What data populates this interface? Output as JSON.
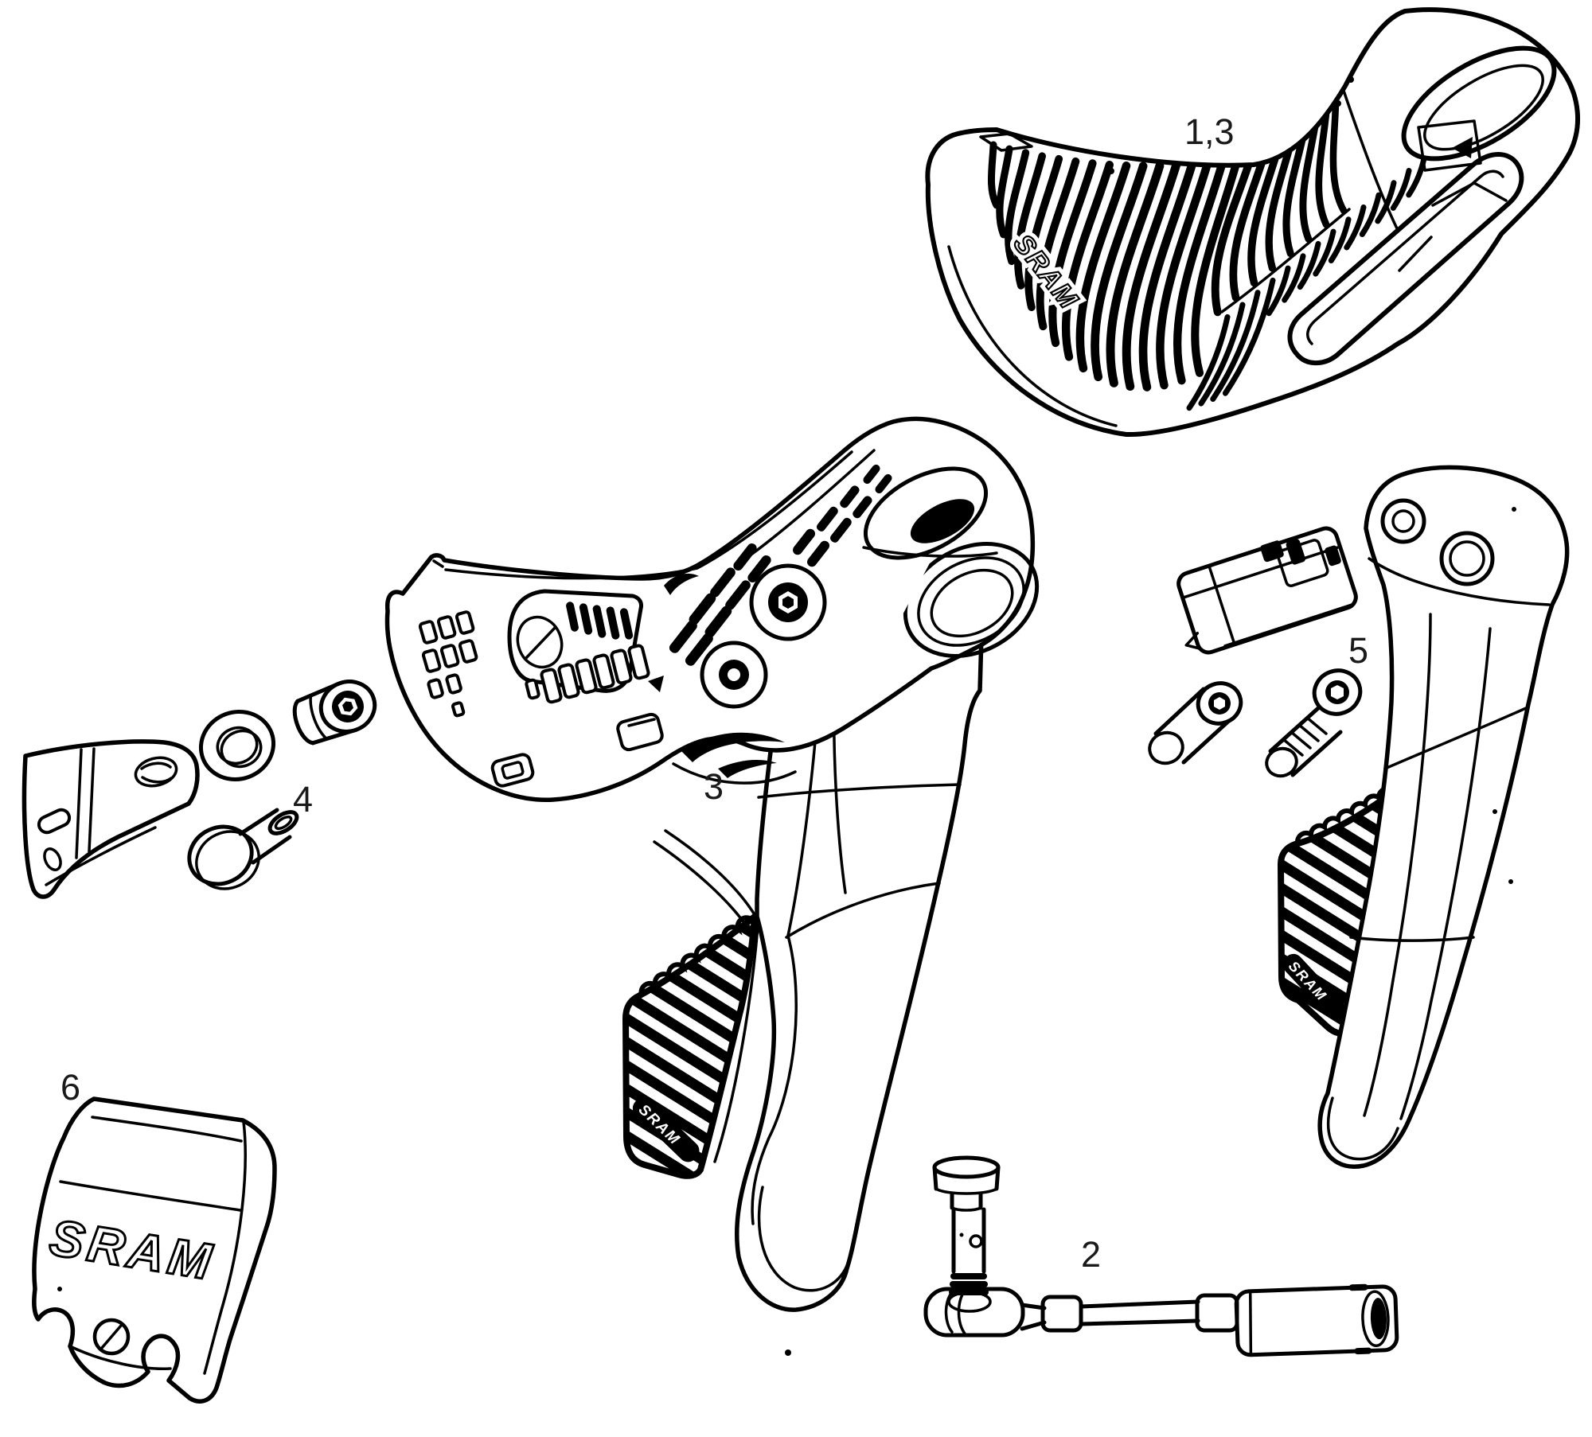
{
  "canvas": {
    "background": "#ffffff",
    "line_color": "#000000"
  },
  "diagram": {
    "brand": "SRAM",
    "callouts": [
      {
        "part": "hood-cover",
        "label": "1,3"
      },
      {
        "part": "hydraulic-hose",
        "label": "2"
      },
      {
        "part": "shifter-body-lever",
        "label": "3"
      },
      {
        "part": "clamp-hardware",
        "label": "4"
      },
      {
        "part": "shift-lever-assembly",
        "label": "5"
      },
      {
        "part": "battery-cover",
        "label": "6"
      }
    ]
  }
}
